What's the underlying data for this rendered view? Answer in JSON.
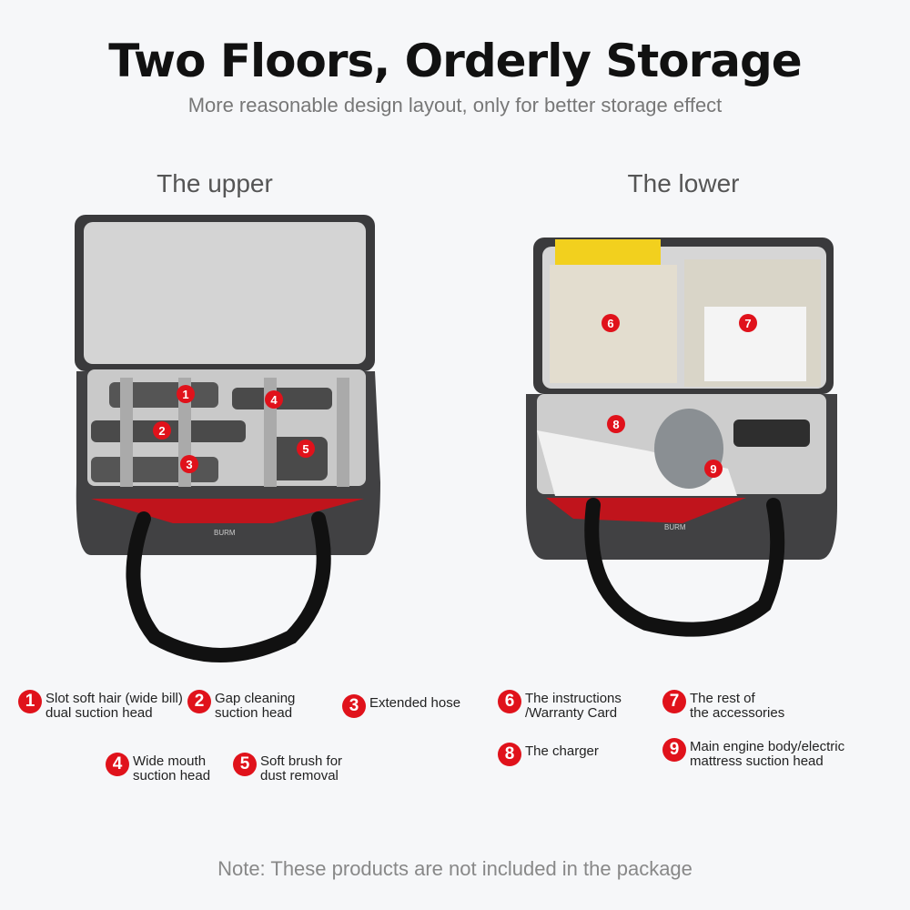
{
  "header": {
    "title": "Two Floors, Orderly Storage",
    "subtitle": "More reasonable design layout, only for better storage effect"
  },
  "sections": {
    "upper": "The upper",
    "lower": "The lower"
  },
  "brand_logo": "BURM",
  "colors": {
    "accent": "#e0121b",
    "bag": "#3a3a3c",
    "lining": "#cfcfcf"
  },
  "legend": [
    {
      "num": "1",
      "line1": "Slot soft hair (wide bill)",
      "line2": "dual suction head"
    },
    {
      "num": "2",
      "line1": "Gap cleaning",
      "line2": "suction head"
    },
    {
      "num": "3",
      "line1": "Extended hose",
      "line2": ""
    },
    {
      "num": "4",
      "line1": "Wide mouth",
      "line2": "suction head"
    },
    {
      "num": "5",
      "line1": "Soft brush for",
      "line2": "dust removal"
    },
    {
      "num": "6",
      "line1": "The instructions",
      "line2": "/Warranty Card"
    },
    {
      "num": "7",
      "line1": "The rest of",
      "line2": "the accessories"
    },
    {
      "num": "8",
      "line1": "The charger",
      "line2": ""
    },
    {
      "num": "9",
      "line1": "Main engine body/electric",
      "line2": "mattress suction head"
    }
  ],
  "note": "Note: These products are not included in the package"
}
